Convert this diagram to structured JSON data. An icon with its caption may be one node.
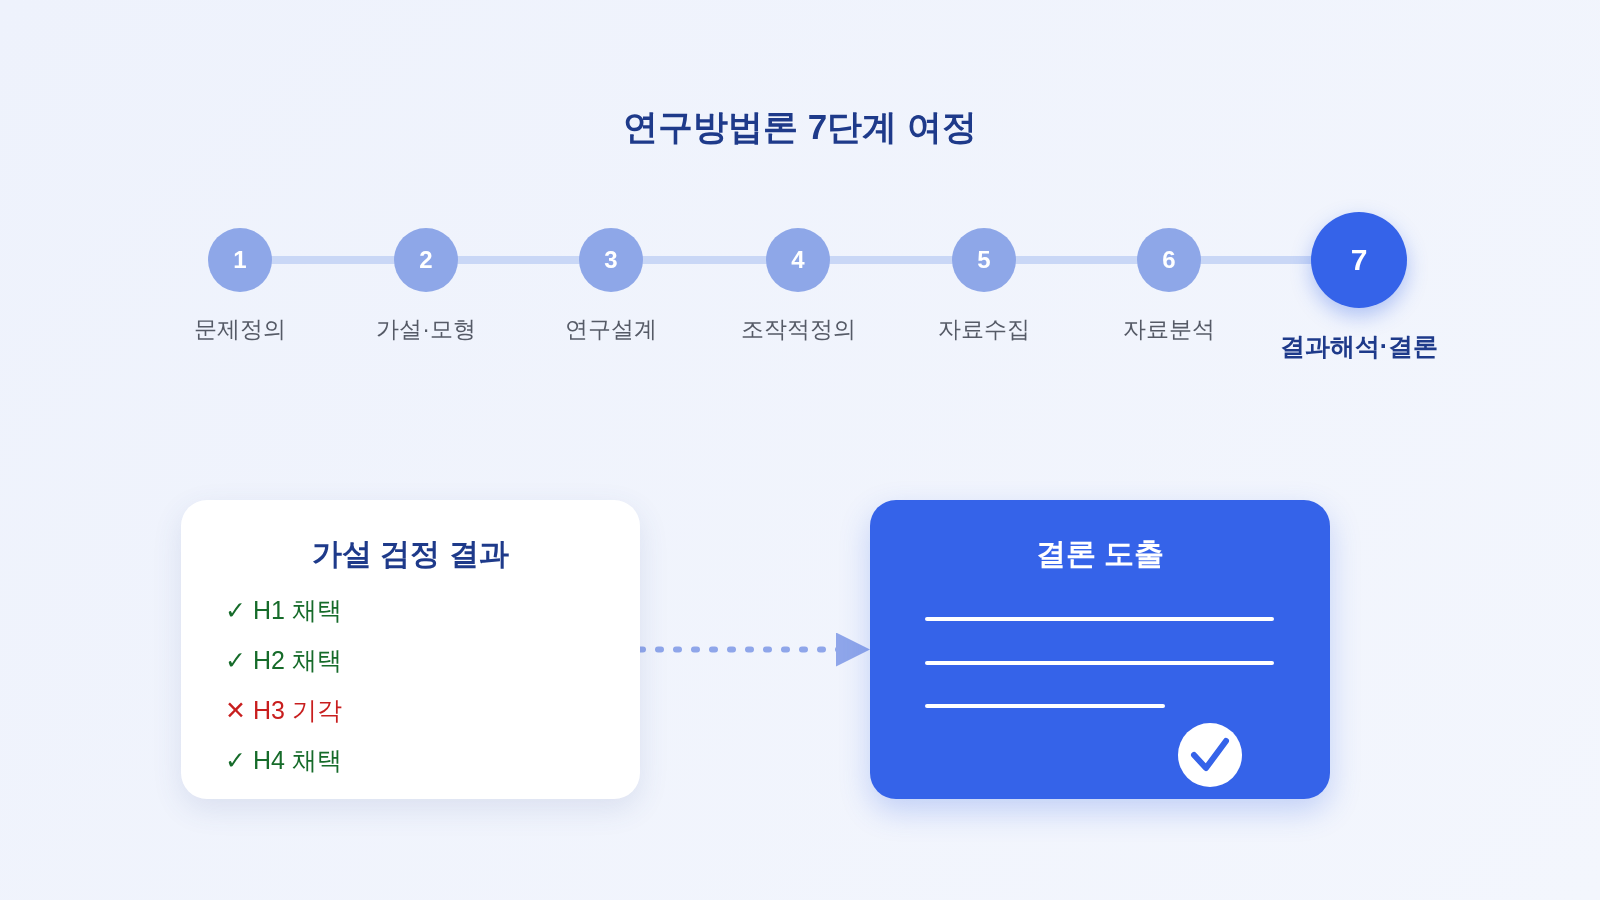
{
  "diagram": {
    "title": "연구방법론 7단계 여정",
    "nodes": [
      {
        "text": [
          "1"
        ],
        "beside": [
          "문제정의"
        ]
      },
      {
        "text": [
          "2"
        ],
        "beside": [
          "가설·모형"
        ]
      },
      {
        "text": [
          "3"
        ],
        "beside": [
          "연구설계"
        ]
      },
      {
        "text": [
          "4"
        ],
        "beside": [
          "조작적정의"
        ]
      },
      {
        "text": [
          "5"
        ],
        "beside": [
          "자료수집"
        ]
      },
      {
        "text": [
          "6"
        ],
        "beside": [
          "자료분석"
        ]
      },
      {
        "text": [
          "7"
        ],
        "beside": [
          "결과해석·결론"
        ]
      },
      {
        "text": [
          "가설 검정 결과",
          "✓ H1 채택",
          "✓ H2 채택",
          "✕ H3 기각",
          "✓ H4 채택"
        ]
      },
      {
        "text": [
          "결론 도출"
        ]
      }
    ],
    "edges": [
      {
        "from": 0,
        "to": 1,
        "arrow": "none"
      },
      {
        "from": 1,
        "to": 2,
        "arrow": "none"
      },
      {
        "from": 2,
        "to": 3,
        "arrow": "none"
      },
      {
        "from": 3,
        "to": 4,
        "arrow": "none"
      },
      {
        "from": 4,
        "to": 5,
        "arrow": "none"
      },
      {
        "from": 5,
        "to": 6,
        "arrow": "none"
      },
      {
        "from": 7,
        "to": 8,
        "arrow": "to",
        "style": "dashed",
        "color": "#8fa6ea"
      }
    ]
  }
}
